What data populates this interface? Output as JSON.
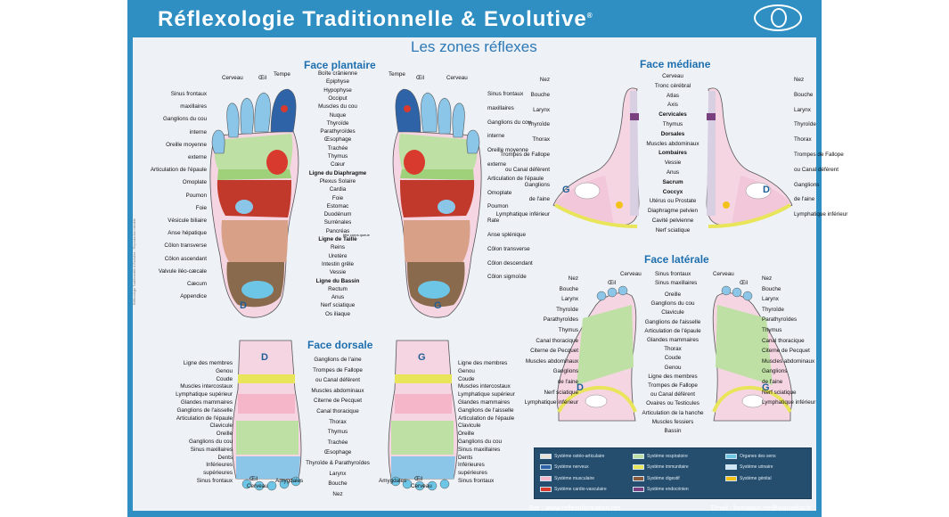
{
  "header": {
    "title": "Réflexologie  Traditionnelle & Evolutive",
    "registered": "®"
  },
  "subtitle": "Les zones réflexes",
  "sections": {
    "plantaire": "Face plantaire",
    "dorsale": "Face dorsale",
    "mediane": "Face médiane",
    "laterale": "Face latérale"
  },
  "foot_letters": {
    "right": "D",
    "left": "G"
  },
  "plantaire_left": [
    "Sinus frontaux",
    "maxillaires",
    "Ganglions du cou",
    "interne",
    "Oreille moyenne",
    "externe",
    "Articulation de l'épaule",
    "Omoplate",
    "Poumon",
    "Foie",
    "Vésicule biliaire",
    "Anse hépatique",
    "Côlon transverse",
    "Côlon ascendant",
    "Valvule iléo-cæcale",
    "Cæcum",
    "Appendice"
  ],
  "plantaire_top_left": [
    "Cerveau",
    "Œil",
    "Tempe"
  ],
  "plantaire_top_right": [
    "Tempe",
    "Œil",
    "Cerveau"
  ],
  "plantaire_right": [
    "Sinus frontaux",
    "maxillaires",
    "Ganglions du cou",
    "interne",
    "Oreille moyenne",
    "externe",
    "Articulation de l'épaule",
    "Omoplate",
    "Poumon",
    "Rate",
    "Anse splénique",
    "Côlon transverse",
    "Côlon descendant",
    "Côlon sigmoïde"
  ],
  "plantaire_center": [
    "Boîte crânienne",
    "Epiphyse",
    "Hypophyse",
    "Occiput",
    "Muscles du cou",
    "Nuque",
    "Thyroïde",
    "Parathyroïdes",
    "Œsophage",
    "Trachée",
    "Thymus",
    "Cœur",
    "Ligne du Diaphragme",
    "Plexus Solaire",
    "Cardia",
    "Foie",
    "Estomac",
    "Duodénum",
    "Surrénales",
    "Pancréas",
    "Ligne de Taille",
    "Reins",
    "Uretère",
    "Intestin grêle",
    "Vessie",
    "Ligne du Bassin",
    "Rectum",
    "Anus",
    "Nerf sciatique",
    "Os iliaque"
  ],
  "pancreas_note": "tête corps queue",
  "dorsale_left": [
    "Ligne des membres",
    "Genou",
    "Coude",
    "Muscles intercostaux",
    "Lymphatique supérieur",
    "Glandes mammaires",
    "Ganglions de l'aisselle",
    "Articulation de l'épaule",
    "Clavicule",
    "Oreille",
    "Ganglions du cou",
    "Sinus maxillaires",
    "Dents",
    "Inférieures",
    "supérieures",
    "Sinus frontaux"
  ],
  "dorsale_bottom": [
    "Œil",
    "Cerveau",
    "Amygdales",
    "Amygdales",
    "Œil",
    "Cerveau"
  ],
  "dorsale_center": [
    "Ganglions de l'aine",
    "Trompes de Fallope",
    "ou Canal déférent",
    "Muscles abdominaux",
    "Citerne de Pecquet",
    "Canal thoracique",
    "Thorax",
    "Thymus",
    "Trachée",
    "Œsophage",
    "Thyroïde & Parathyroïdes",
    "Larynx",
    "Bouche",
    "Nez"
  ],
  "dorsale_right": [
    "Ligne des membres",
    "Genou",
    "Coude",
    "Muscles intercostaux",
    "Lymphatique supérieur",
    "Glandes mammaires",
    "Ganglions de l'aisselle",
    "Articulation de l'épaule",
    "Clavicule",
    "Oreille",
    "Ganglions du cou",
    "Sinus maxillaires",
    "Dents",
    "Inférieures",
    "supérieures",
    "Sinus frontaux"
  ],
  "mediane_left": [
    "Nez",
    "Bouche",
    "Larynx",
    "Thyroïde",
    "Thorax",
    "Trompes de Fallope",
    "ou Canal déférent",
    "Ganglions",
    "de l'aine",
    "Lymphatique inférieur"
  ],
  "mediane_center": [
    "Cerveau",
    "Tronc cérébral",
    "Atlas",
    "Axis",
    "Cervicales",
    "Thymus",
    "Dorsales",
    "Muscles abdominaux",
    "Lombaires",
    "Vessie",
    "Anus",
    "Sacrum",
    "Coccyx",
    "Utérus ou Prostate",
    "Diaphragme pelvien",
    "Cavité pelvienne",
    "Nerf sciatique"
  ],
  "mediane_right": [
    "Nez",
    "Bouche",
    "Larynx",
    "Thyroïde",
    "Thorax",
    "Trompes de Fallope",
    "ou Canal déférent",
    "Ganglions",
    "de l'aine",
    "Lymphatique inférieur"
  ],
  "laterale_left": [
    "Nez",
    "Bouche",
    "Larynx",
    "Thyroïde",
    "Parathyroïdes",
    "Thymus",
    "Canal thoracique",
    "Citerne de Pecquet",
    "Muscles abdominaux",
    "Ganglions",
    "de l'aine",
    "Nerf sciatique",
    "Lymphatique inférieur"
  ],
  "laterale_top": [
    "Œil",
    "Cerveau",
    "Sinus frontaux",
    "Sinus maxillaires",
    "Cerveau",
    "Œil"
  ],
  "laterale_center": [
    "Oreille",
    "Ganglions du cou",
    "Clavicule",
    "Ganglions de l'aisselle",
    "Articulation de l'épaule",
    "Glandes mammaires",
    "Thorax",
    "Coude",
    "Genou",
    "Ligne des membres",
    "Trompes de Fallope",
    "ou Canal déférent",
    "Ovaires ou Testicules",
    "Articulation de la hanche",
    "Muscles fessiers",
    "Bassin"
  ],
  "laterale_right": [
    "Nez",
    "Bouche",
    "Larynx",
    "Thyroïde",
    "Parathyroïdes",
    "Thymus",
    "Canal thoracique",
    "Citerne de Pecquet",
    "Muscles abdominaux",
    "Ganglions",
    "de l'aine",
    "Nerf sciatique",
    "Lymphatique inférieur"
  ],
  "legend": [
    {
      "label": "Système ostéo-articulaire",
      "color": "#e8e3d6"
    },
    {
      "label": "Système nerveux",
      "color": "#2e63a8"
    },
    {
      "label": "Système musculaire",
      "color": "#f4b6c8"
    },
    {
      "label": "Système cardio-vasculaire",
      "color": "#d83a2e"
    },
    {
      "label": "Système respiratoire",
      "color": "#bfe0a4"
    },
    {
      "label": "Système immunitaire",
      "color": "#e9e55a"
    },
    {
      "label": "Système digestif",
      "color": "#8a5a3c"
    },
    {
      "label": "Système endocrinien",
      "color": "#7a3f7f"
    },
    {
      "label": "Organes des sens",
      "color": "#6ec6e6"
    },
    {
      "label": "Système urinaire",
      "color": "#cfe6f5"
    },
    {
      "label": "Système génital",
      "color": "#f3c21a"
    }
  ],
  "footer": {
    "site": "Site : www.reflexoformation.net",
    "email": "Email : formation.rte@wanadoo.fr"
  },
  "copyright": "Réflexologie Traditionnelle & Evolutive - Reproduction interdite"
}
